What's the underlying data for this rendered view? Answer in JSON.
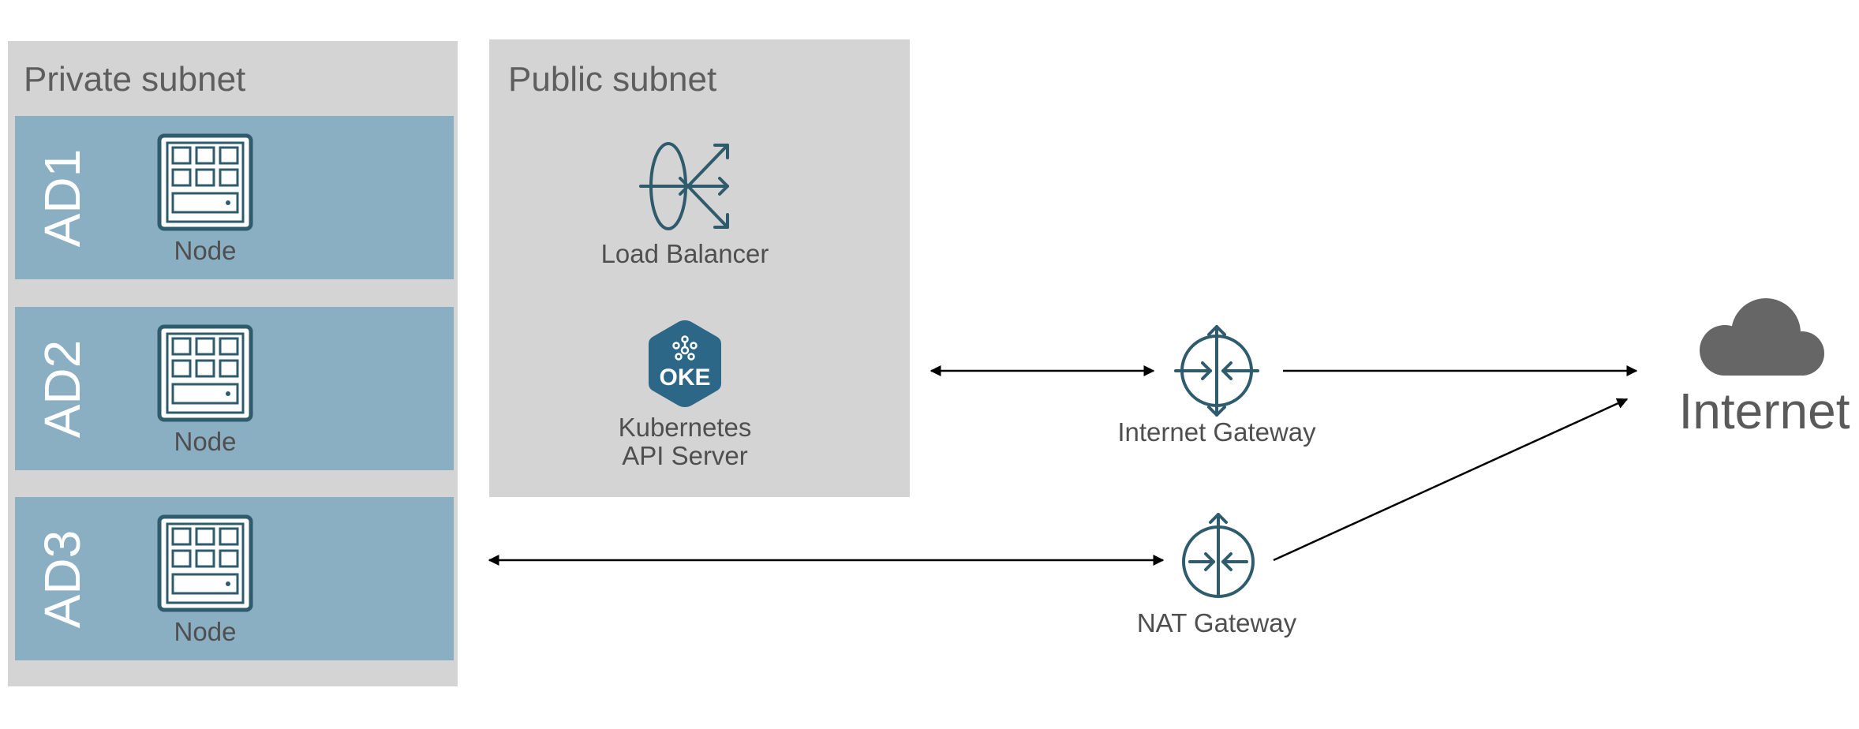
{
  "private_subnet": {
    "title": "Private subnet",
    "ads": [
      {
        "label": "AD1",
        "node_label": "Node",
        "icon": "compute-node-icon"
      },
      {
        "label": "AD2",
        "node_label": "Node",
        "icon": "compute-node-icon"
      },
      {
        "label": "AD3",
        "node_label": "Node",
        "icon": "compute-node-icon"
      }
    ]
  },
  "public_subnet": {
    "title": "Public subnet",
    "load_balancer": {
      "label": "Load Balancer",
      "icon": "load-balancer-icon"
    },
    "api_server": {
      "badge": "OKE",
      "line1": "Kubernetes",
      "line2": "API Server",
      "icon": "oke-hexagon-icon"
    }
  },
  "internet_gateway": {
    "label": "Internet Gateway",
    "icon": "internet-gateway-icon"
  },
  "nat_gateway": {
    "label": "NAT Gateway",
    "icon": "nat-gateway-icon"
  },
  "internet": {
    "label": "Internet",
    "icon": "cloud-icon"
  },
  "colors": {
    "subnet_bg": "#d4d4d4",
    "ad_band": "#8aafc2",
    "icon_stroke": "#2f5c6c",
    "oke_fill": "#2c6787",
    "cloud": "#666666"
  }
}
